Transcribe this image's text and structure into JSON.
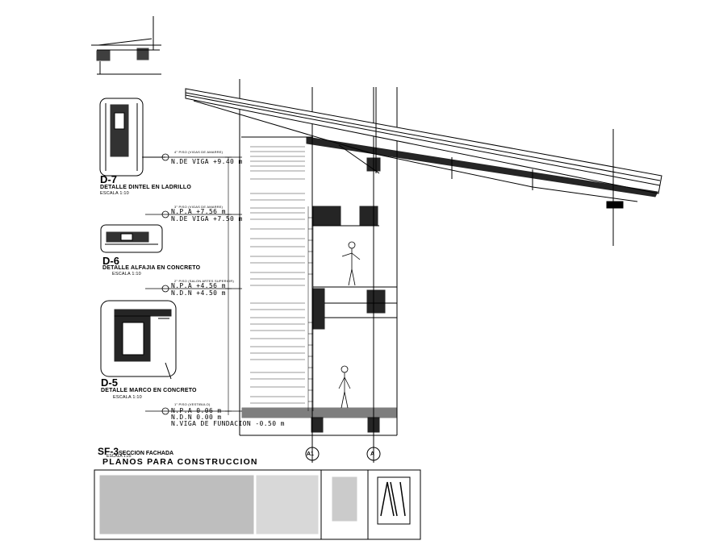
{
  "details": [
    {
      "code": "D-7",
      "title": "DETALLE DINTEL EN LADRILLO",
      "scale": "ESCALA 1:10"
    },
    {
      "code": "D-6",
      "title": "DETALLE ALFAJIA EN CONCRETO",
      "scale": "ESCALA 1:10"
    },
    {
      "code": "D-5",
      "title": "DETALLE MARCO EN CONCRETO",
      "scale": "ESCALA 1:10"
    }
  ],
  "levels": [
    {
      "floor": "4° PISO (VIGAS DE AMARRE)",
      "lines": [
        "N.DE VIGA +9.40 m"
      ]
    },
    {
      "floor": "3° PISO (VIGAS DE AMARRE)",
      "lines": [
        "N.P.A +7.56 m",
        "N.DE VIGA +7.50 m"
      ]
    },
    {
      "floor": "2° PISO (SALON ARTES SUPERIOR)",
      "lines": [
        "N.P.A +4.56 m",
        "N.D.N +4.50 m"
      ]
    },
    {
      "floor": "1° PISO (VESTIBULO)",
      "lines": [
        "N.P.A 0.06 m",
        "N.D.N 0.00 m",
        "N.VIGA DE FUNDACION -0.50 m"
      ]
    }
  ],
  "section": {
    "code": "SF-3",
    "title": "SECCION FACHADA",
    "scale": "ESCALA 1:25",
    "heading": "PLANOS PARA CONSTRUCCION"
  },
  "axes": [
    "A1",
    "A"
  ],
  "colors": {
    "ink": "#000000",
    "paper": "#ffffff"
  }
}
